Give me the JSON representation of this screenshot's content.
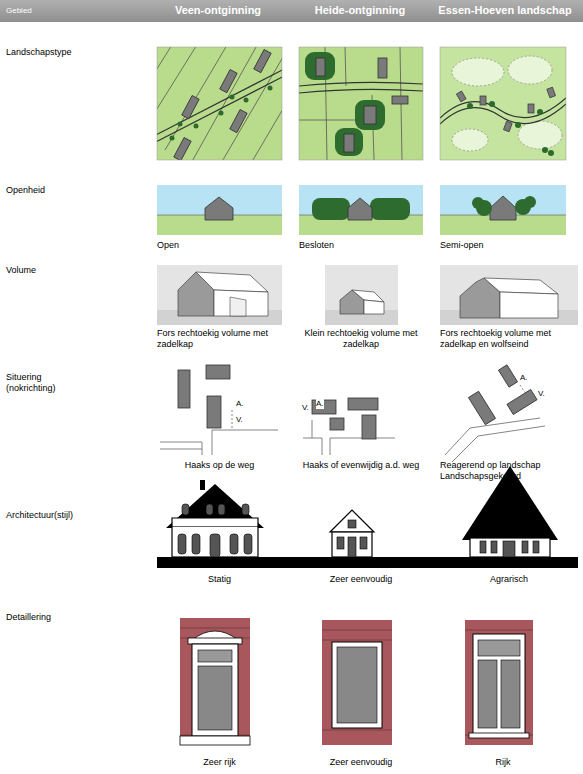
{
  "diagram": {
    "nodes": [
      {
        "text": [
          "Gebied",
          "Veen-ontginning",
          "Heide-ontginning",
          "Essen-Hoeven landschap"
        ]
      }
    ],
    "labels": [
      "Landschapstype",
      "Openheid",
      "Open",
      "Besloten",
      "Semi-open",
      "Volume",
      "Fors rechtoekig volume met zadelkap",
      "Klein rechtoekig volume met zadelkap",
      "Fors rechtoekig volume met zadelkap en wolfseind",
      "Situering (nokrichting)",
      "A.",
      "V.",
      "V.",
      "A.",
      "A.",
      "V.",
      "Haaks op de weg",
      "Haaks of evenwijdig a.d. weg",
      "Reagerend op landschap Landschapsgekeerd",
      "Architectuur(stijl)",
      "Statig",
      "Zeer eenvoudig",
      "Agrarisch",
      "Detaillering",
      "Zeer rijk",
      "Zeer eenvoudig",
      "Rijk"
    ]
  }
}
